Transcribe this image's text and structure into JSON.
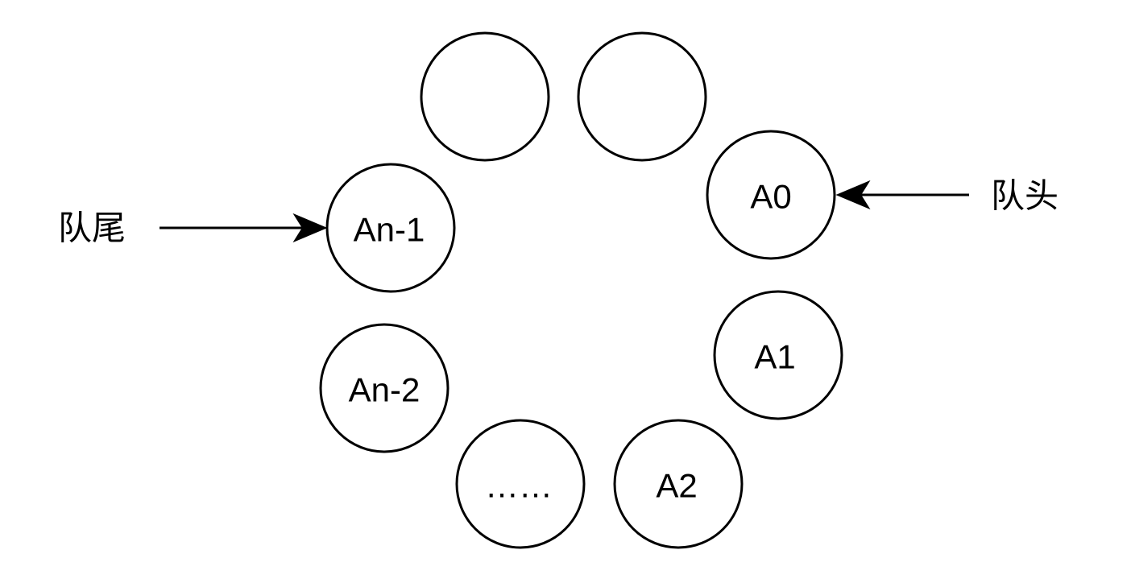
{
  "diagram": {
    "nodes": [
      {
        "id": "slot-empty-1",
        "label": ""
      },
      {
        "id": "slot-empty-2",
        "label": ""
      },
      {
        "id": "slot-a0",
        "label": "A0"
      },
      {
        "id": "slot-a1",
        "label": "A1"
      },
      {
        "id": "slot-a2",
        "label": "A2"
      },
      {
        "id": "slot-ellipsis",
        "label": "……"
      },
      {
        "id": "slot-an-2",
        "label": "An-2"
      },
      {
        "id": "slot-an-1",
        "label": "An-1"
      }
    ],
    "pointers": {
      "head": {
        "label": "队头",
        "target": "slot-a0"
      },
      "tail": {
        "label": "队尾",
        "target": "slot-an-1"
      }
    }
  }
}
